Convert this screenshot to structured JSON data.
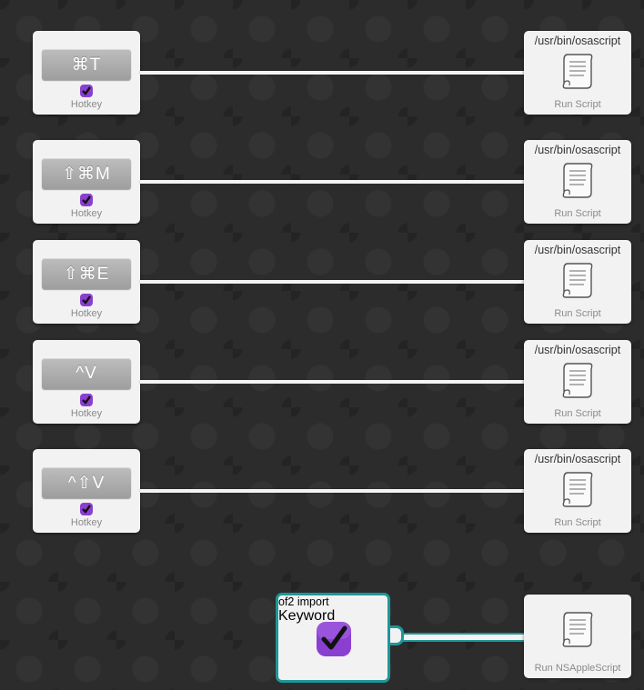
{
  "hotkey_rows": [
    {
      "key_label": "⌘T",
      "caption": "Hotkey",
      "script_title": "/usr/bin/osascript",
      "script_caption": "Run Script"
    },
    {
      "key_label": "⇧⌘M",
      "caption": "Hotkey",
      "script_title": "/usr/bin/osascript",
      "script_caption": "Run Script"
    },
    {
      "key_label": "⇧⌘E",
      "caption": "Hotkey",
      "script_title": "/usr/bin/osascript",
      "script_caption": "Run Script"
    },
    {
      "key_label": "^V",
      "caption": "Hotkey",
      "script_title": "/usr/bin/osascript",
      "script_caption": "Run Script"
    },
    {
      "key_label": "^⇧V",
      "caption": "Hotkey",
      "script_title": "/usr/bin/osascript",
      "script_caption": "Run Script"
    }
  ],
  "keyword_node": {
    "title": "of2 import",
    "caption": "Keyword",
    "icon": "omnifocus-checkmark-icon"
  },
  "applescript_node": {
    "caption": "Run NSAppleScript",
    "icon": "script-scroll-icon"
  },
  "colors": {
    "selection_border": "#1d9799",
    "app_icon": "#8a3fd1",
    "background": "#2c2c2c"
  }
}
